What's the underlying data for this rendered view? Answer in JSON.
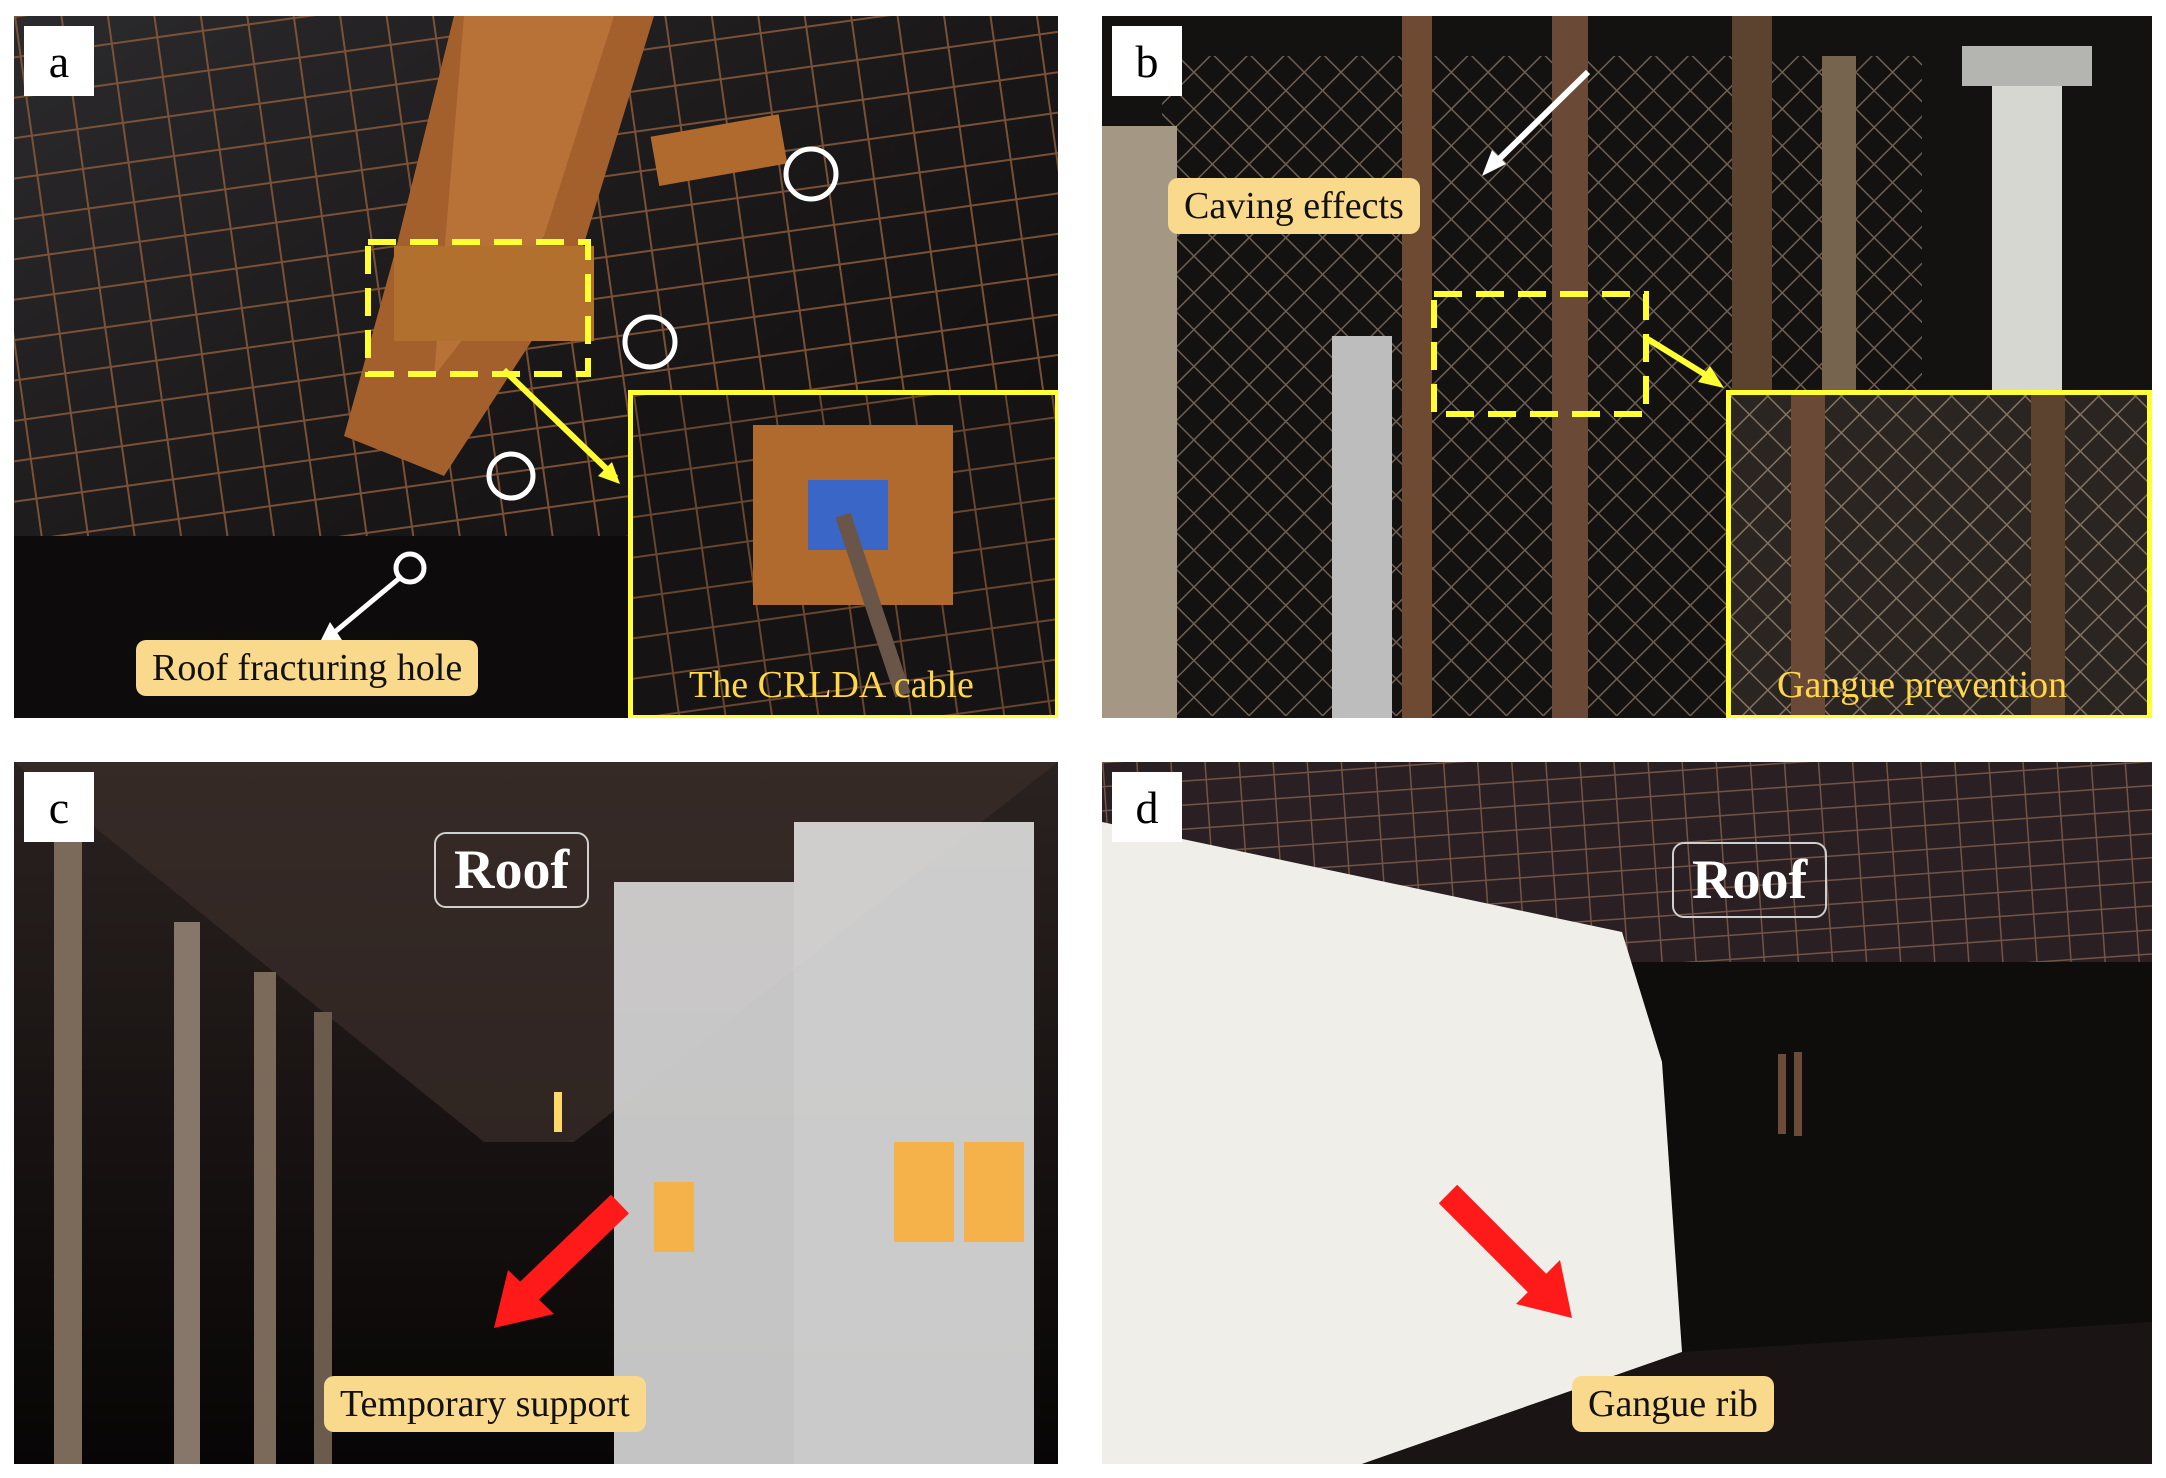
{
  "panels": [
    {
      "letter": "a",
      "labels": {
        "tag": "Roof fracturing hole",
        "inset": "The CRLDA cable"
      }
    },
    {
      "letter": "b",
      "labels": {
        "tag": "Caving effects",
        "inset": "Gangue prevention"
      }
    },
    {
      "letter": "c",
      "labels": {
        "roof": "Roof",
        "tag": "Temporary support"
      }
    },
    {
      "letter": "d",
      "labels": {
        "roof": "Roof",
        "tag": "Gangue rib"
      }
    }
  ],
  "colors": {
    "label_fill": "#f9d98c",
    "highlight": "#ffff33",
    "arrow_red": "#ff1a1a"
  }
}
